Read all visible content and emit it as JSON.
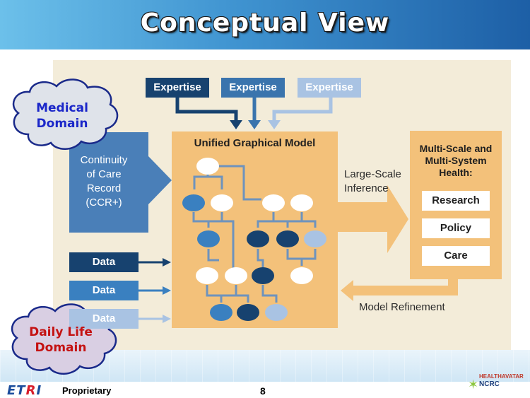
{
  "slide": {
    "title": "Conceptual View",
    "page_number": "8",
    "footer_text": "Proprietary",
    "footer_logo_left": {
      "part1": "ET",
      "part2": "R",
      "part3": "I"
    },
    "footer_logo_right": {
      "top": "HEALTHAVATAR",
      "main": "NCRC"
    }
  },
  "diagram": {
    "clouds": {
      "medical": [
        "Medical",
        "Domain"
      ],
      "daily_life": [
        "Daily Life",
        "Domain"
      ]
    },
    "expertise_boxes": [
      "Expertise",
      "Expertise",
      "Expertise"
    ],
    "data_boxes": [
      "Data",
      "Data",
      "Data"
    ],
    "ccr_lines": [
      "Continuity",
      "of Care",
      "Record",
      "(CCR+)"
    ],
    "model_title": "Unified Graphical Model",
    "inference_lines": [
      "Large-Scale",
      "Inference"
    ],
    "refinement_label": "Model Refinement",
    "health_title_lines": [
      "Multi-Scale and",
      "Multi-System",
      "Health:"
    ],
    "health_items": [
      "Research",
      "Policy",
      "Care"
    ]
  },
  "colors": {
    "dark_blue": "#17426f",
    "mid_blue": "#3a80c0",
    "light_blue": "#a9c3e3",
    "model_orange": "#f3c17a",
    "panel_beige": "#f3ecd9",
    "medical_text": "#1b27c9",
    "daily_life_text": "#c41212"
  }
}
